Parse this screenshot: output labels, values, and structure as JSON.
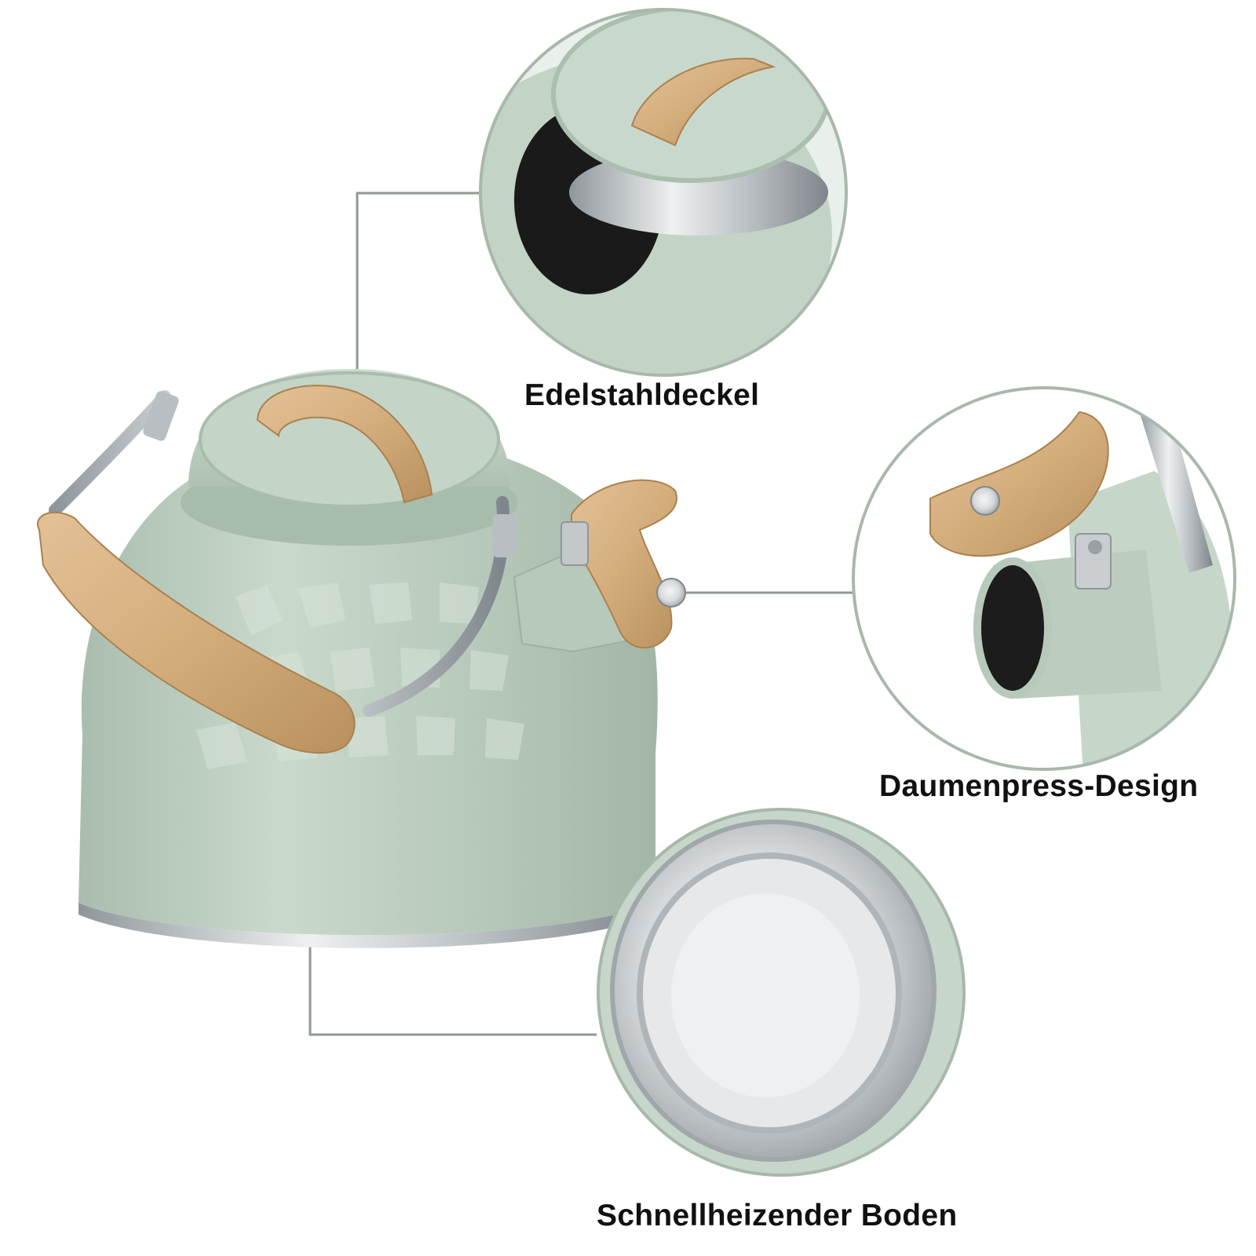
{
  "callouts": {
    "lid": {
      "label": "Edelstahldeckel"
    },
    "thumb": {
      "label": "Daumenpress-Design"
    },
    "base": {
      "label": "Schnellheizender Boden"
    }
  },
  "colors": {
    "background": "#ffffff",
    "kettle_green": "#b9cbbd",
    "kettle_green_shadow": "#9fb3a4",
    "wood": "#d9b488",
    "wood_dark": "#b58b5c",
    "steel": "#c9cdd0",
    "connector_line": "#8f9a91",
    "caption_text": "#111111"
  },
  "icons": {
    "kettle": "whistling-kettle-illustration",
    "lid_detail": "lid-closeup-photo",
    "spout_detail": "spout-trigger-closeup-photo",
    "base_detail": "steel-base-closeup-photo"
  }
}
